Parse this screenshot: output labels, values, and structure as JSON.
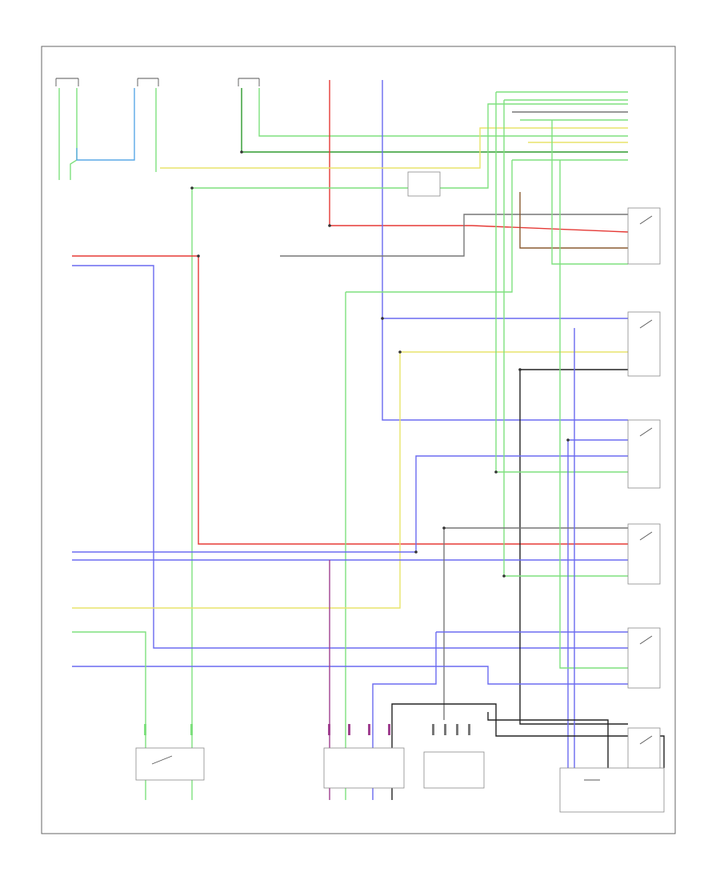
{
  "diagram": {
    "footer_code": "",
    "colors": {
      "red": "#e53935",
      "blue": "#6a6af0",
      "green": "#7ee07e",
      "darkgreen": "#2e9a2e",
      "yellow": "#e8e36a",
      "gray": "#777777",
      "black": "#222222",
      "lightblue": "#5aa9e6",
      "orange": "#d08a40",
      "purple": "#a04090",
      "brown": "#8a5a30"
    },
    "components": [
      {
        "id": "sw-top-1",
        "label": ""
      },
      {
        "id": "sw-top-2",
        "label": ""
      },
      {
        "id": "sw-top-3",
        "label": ""
      },
      {
        "id": "fuse-top",
        "label": ""
      },
      {
        "id": "ecm-left",
        "label": ""
      },
      {
        "id": "relay-mid",
        "label": ""
      },
      {
        "id": "connector-right-1",
        "label": ""
      },
      {
        "id": "connector-right-2",
        "label": ""
      },
      {
        "id": "connector-right-3",
        "label": ""
      },
      {
        "id": "connector-right-4",
        "label": ""
      },
      {
        "id": "connector-right-5",
        "label": ""
      },
      {
        "id": "connector-right-6",
        "label": ""
      },
      {
        "id": "switch-bottom-left",
        "label": ""
      },
      {
        "id": "switch-bottom-mid",
        "label": ""
      },
      {
        "id": "sensor-bottom",
        "label": ""
      },
      {
        "id": "assembly-bottom-right",
        "label": ""
      }
    ]
  }
}
